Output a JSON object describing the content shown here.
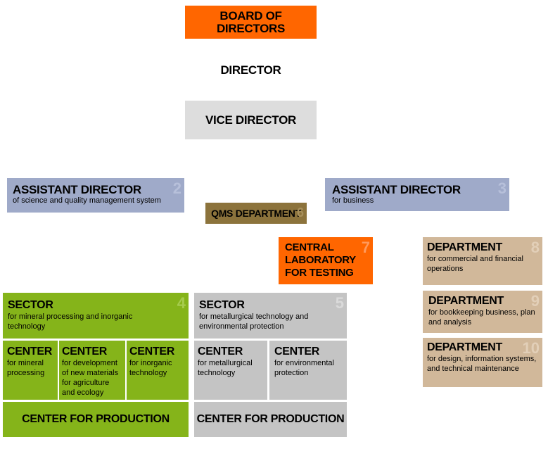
{
  "colors": {
    "orange": "#ff6600",
    "light_gray": "#dddddd",
    "blue_gray": "#9faac9",
    "brown": "#8c733c",
    "tan": "#d1b89a",
    "green": "#85b41a",
    "gray": "#c4c4c4"
  },
  "board": {
    "title": "BOARD OF DIRECTORS"
  },
  "director": {
    "title": "DIRECTOR"
  },
  "vice_director": {
    "title": "VICE DIRECTOR"
  },
  "asst_science": {
    "title": "ASSISTANT DIRECTOR",
    "subtitle": "of science and quality management system",
    "number": "2"
  },
  "asst_business": {
    "title": "ASSISTANT DIRECTOR",
    "subtitle": "for business",
    "number": "3"
  },
  "qms": {
    "title": "QMS DEPARTMENT",
    "number": "6"
  },
  "lab": {
    "title": "CENTRAL LABORATORY FOR TESTING",
    "number": "7"
  },
  "dept_commercial": {
    "title": "DEPARTMENT",
    "subtitle": "for commercial and financial operations",
    "number": "8"
  },
  "dept_bookkeeping": {
    "title": "DEPARTMENT",
    "subtitle": "for bookkeeping business, plan and analysis",
    "number": "9"
  },
  "dept_design": {
    "title": "DEPARTMENT",
    "subtitle": "for design, information systems, and technical maintenance",
    "number": "10"
  },
  "sector_mineral": {
    "title": "SECTOR",
    "subtitle": "for mineral processing and inorganic technology",
    "number": "4",
    "centers": [
      {
        "title": "CENTER",
        "subtitle": "for mineral processing"
      },
      {
        "title": "CENTER",
        "subtitle": "for development of new materials for agriculture and ecology"
      },
      {
        "title": "CENTER",
        "subtitle": "for inorganic technology"
      }
    ],
    "production": "CENTER FOR PRODUCTION"
  },
  "sector_metal": {
    "title": "SECTOR",
    "subtitle": "for metallurgical technology and environmental protection",
    "number": "5",
    "centers": [
      {
        "title": "CENTER",
        "subtitle": "for metallurgical technology"
      },
      {
        "title": "CENTER",
        "subtitle": "for environmental protection"
      }
    ],
    "production": "CENTER FOR PRODUCTION"
  }
}
